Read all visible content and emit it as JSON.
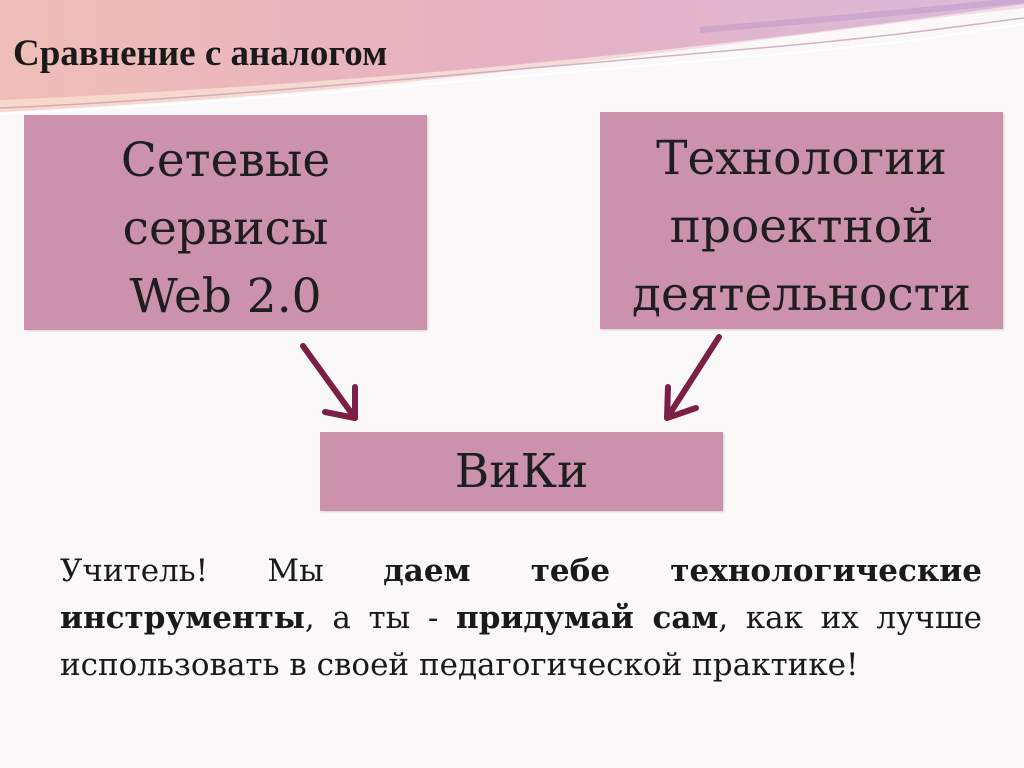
{
  "slide": {
    "title": "Сравнение с аналогом"
  },
  "boxes": {
    "left": {
      "lines": [
        "Сетевые",
        "сервисы",
        "Web 2.0"
      ]
    },
    "right": {
      "lines": [
        "Технологии",
        "проектной",
        "деятельности"
      ]
    },
    "center": {
      "label": "ВиКи"
    }
  },
  "arrows": {
    "color": "#7b1f45"
  },
  "bottom_text": {
    "part1": "Учитель! Мы ",
    "bold1": "даем тебе технологические инструменты",
    "part2": ", а ты - ",
    "bold2": "придумай сам",
    "part3": ", как их лучше использовать в своей педагогической практике!"
  },
  "colors": {
    "box_fill": "#cc92ac",
    "background": "#faf8f8"
  }
}
